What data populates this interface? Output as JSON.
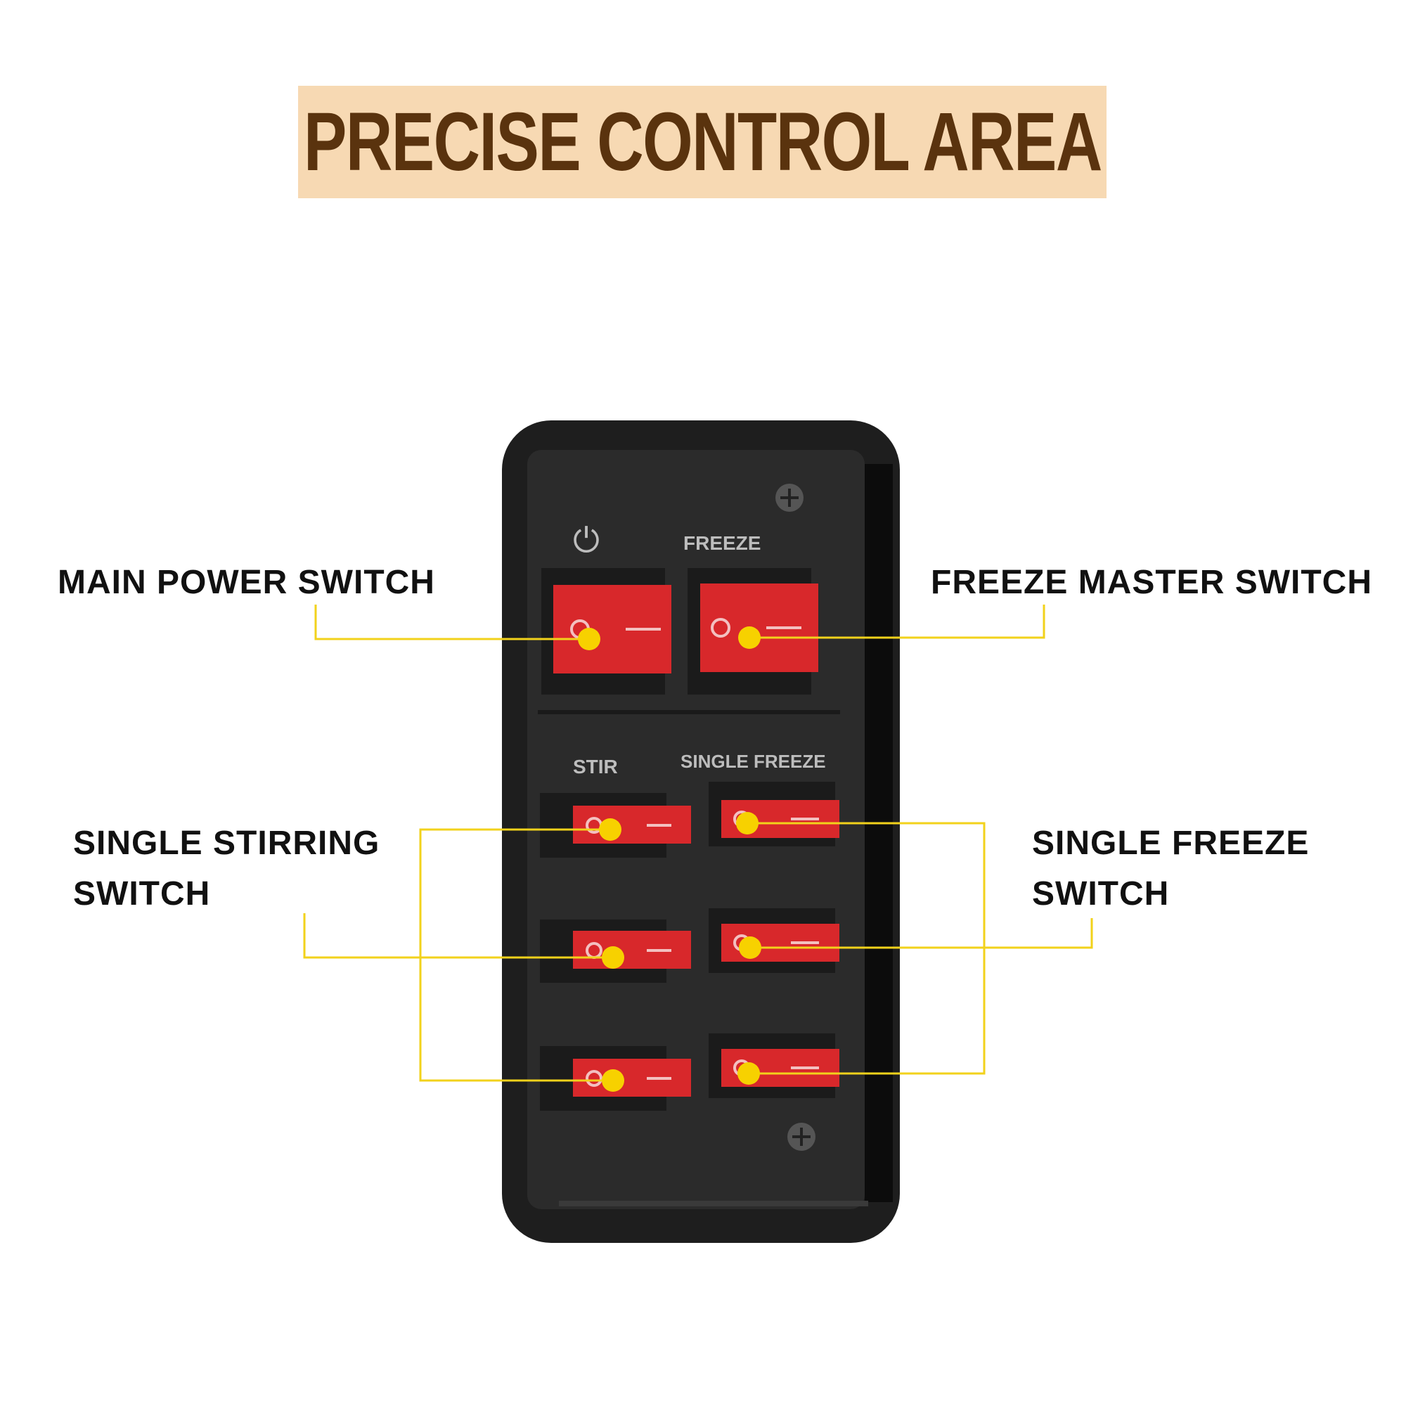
{
  "title": "PRECISE CONTROL AREA",
  "labels": {
    "main_power": "MAIN POWER SWITCH",
    "freeze_master": "FREEZE MASTER SWITCH",
    "single_stirring_line1": "SINGLE STIRRING",
    "single_stirring_line2": "SWITCH",
    "single_freeze_line1": "SINGLE FREEZE",
    "single_freeze_line2": "SWITCH"
  },
  "panel_markings": {
    "power_symbol": "⏻",
    "freeze": "FREEZE",
    "stir": "STIR",
    "single_freeze": "SINGLE FREEZE"
  },
  "switch_glyphs": {
    "off": "O",
    "on": "—"
  },
  "colors": {
    "title_background": "#f7d9b3",
    "title_text": "#5a330e",
    "callout_line": "#f2d21b",
    "switch_red": "#d8282b",
    "panel": "#1e1e1e"
  }
}
